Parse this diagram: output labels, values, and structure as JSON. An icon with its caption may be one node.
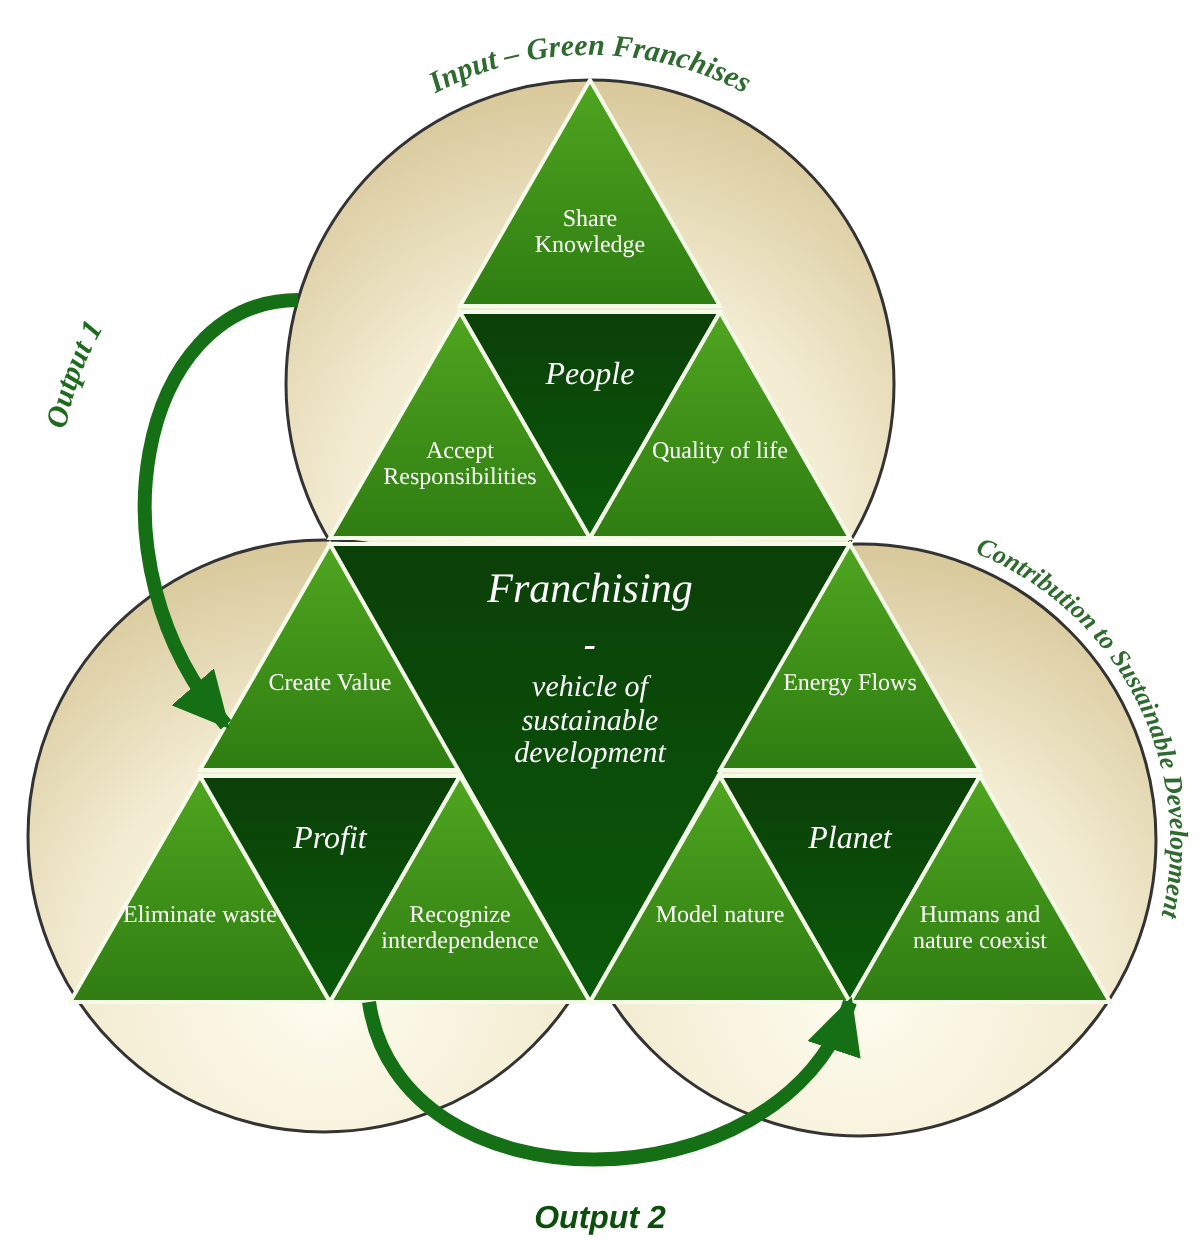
{
  "diagram": {
    "nodes": [
      {
        "text": [
          "Share Knowledge"
        ]
      },
      {
        "text": [
          "Accept Responsibilities"
        ]
      },
      {
        "text": [
          "People"
        ]
      },
      {
        "text": [
          "Quality of life"
        ]
      },
      {
        "text": [
          "Create Value"
        ]
      },
      {
        "text": [
          "Franchising",
          "-",
          "vehicle of sustainable development"
        ]
      },
      {
        "text": [
          "Energy Flows"
        ]
      },
      {
        "text": [
          "Eliminate waste"
        ]
      },
      {
        "text": [
          "Profit"
        ]
      },
      {
        "text": [
          "Recognize interdependence"
        ]
      },
      {
        "text": [
          "Model nature"
        ]
      },
      {
        "text": [
          "Planet"
        ]
      },
      {
        "text": [
          "Humans and nature coexist"
        ]
      }
    ],
    "edges": [
      {
        "from": null,
        "to": 4,
        "arrow": "to",
        "label": "Output 1"
      },
      {
        "from": 9,
        "to": 11,
        "arrow": "to",
        "label": "Output 2"
      }
    ],
    "labels": [
      "Input – Green Franchises",
      "Contribution to Sustainable Development"
    ]
  }
}
